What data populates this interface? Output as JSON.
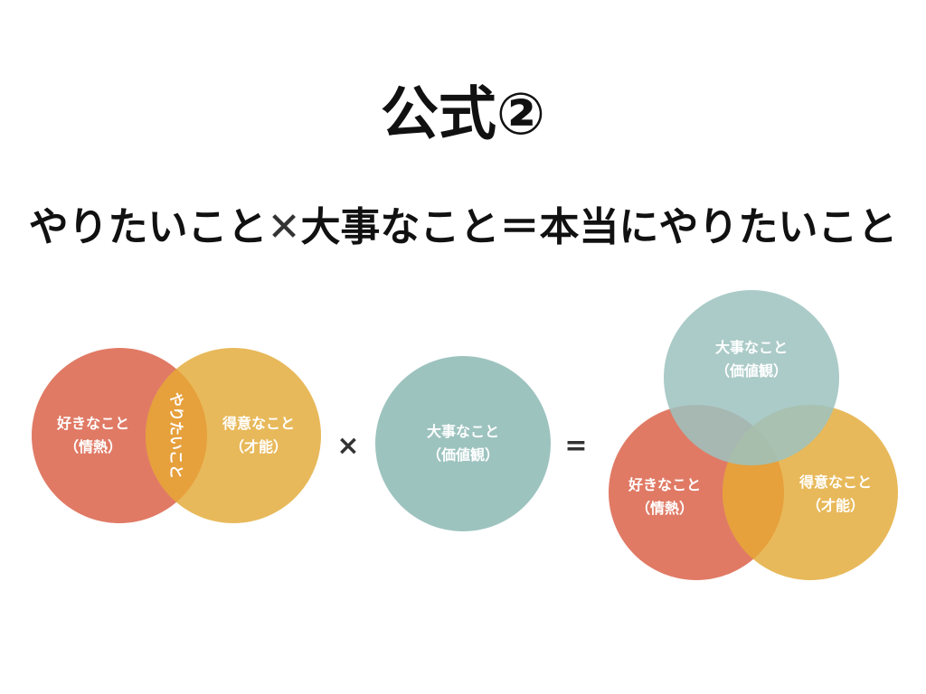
{
  "title": "公式②",
  "formula": {
    "part1": "やりたいこと",
    "times": "✕",
    "part2": "大事なこと",
    "equals": "＝",
    "part3": "本当にやりたいこと"
  },
  "colors": {
    "red": "#e07a65",
    "yellow": "#e8b95a",
    "teal": "#9dc3bf",
    "overlap_orange": "#e6a03c",
    "text_dark": "#111111"
  },
  "left_venn": {
    "like": {
      "line1": "好きなこと",
      "line2": "（情熱）"
    },
    "good": {
      "line1": "得意なこと",
      "line2": "（才能）"
    },
    "intersection": "やりたいこと"
  },
  "operator_times": "×",
  "middle_circle": {
    "line1": "大事なこと",
    "line2": "（価値観）"
  },
  "operator_equals": "=",
  "right_venn": {
    "value": {
      "line1": "大事なこと",
      "line2": "（価値観）"
    },
    "like": {
      "line1": "好きなこと",
      "line2": "（情熱）"
    },
    "good": {
      "line1": "得意なこと",
      "line2": "（才能）"
    }
  }
}
